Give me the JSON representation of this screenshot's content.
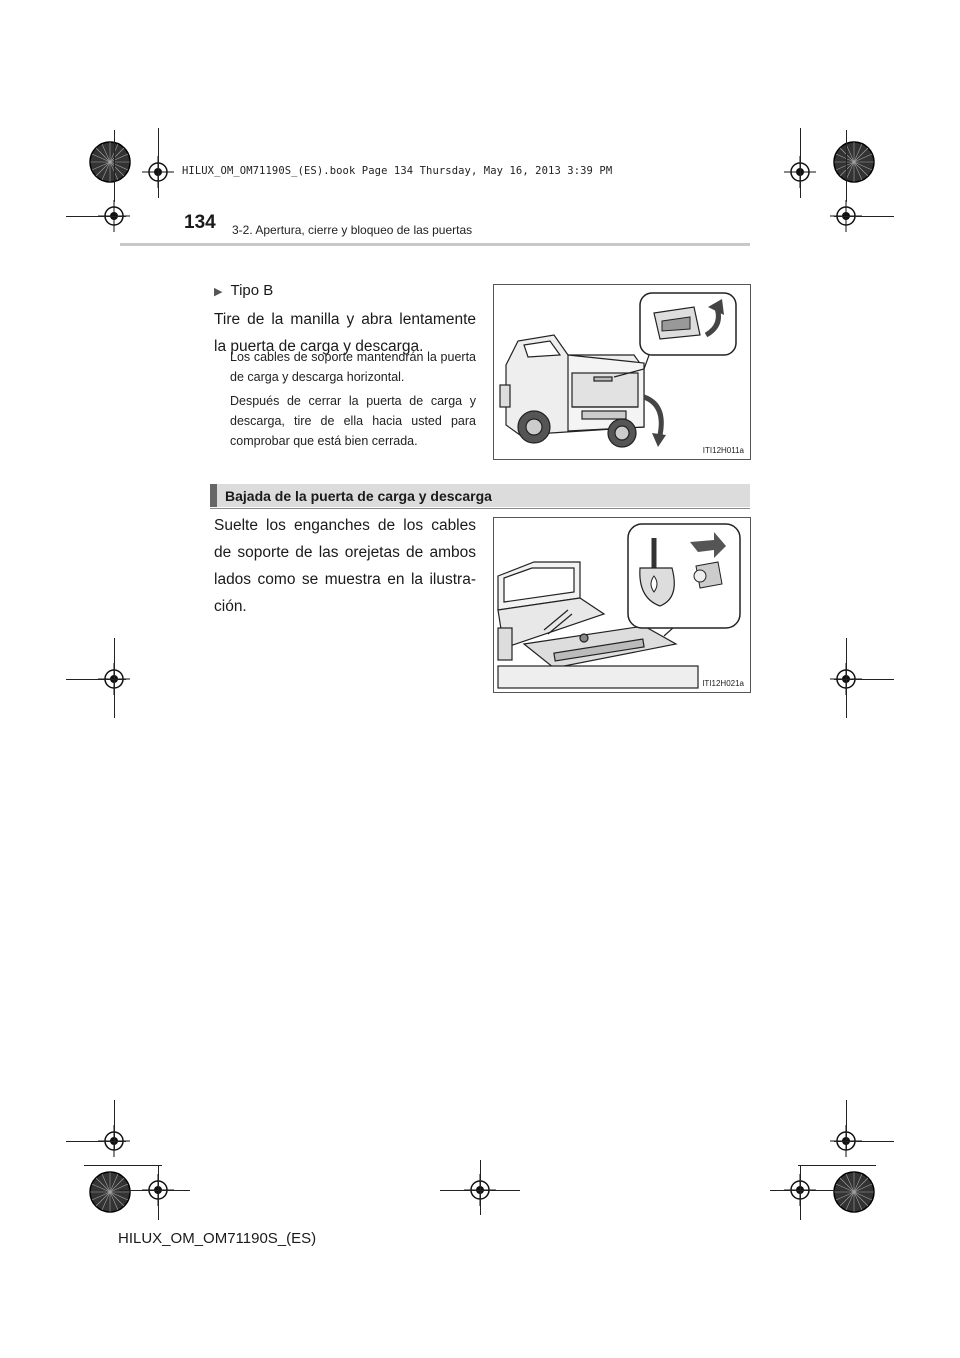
{
  "print_stamp": "HILUX_OM_OM71190S_(ES).book  Page 134  Thursday, May 16, 2013  3:39 PM",
  "header": {
    "page_number": "134",
    "section_title": "3-2. Apertura, cierre y bloqueo de las puertas"
  },
  "section_a": {
    "label": "Tipo B",
    "instruction": "Tire de la manilla y abra lentamente la puerta de carga y descarga.",
    "notes": [
      "Los cables de soporte mantendrán la puerta de carga y descarga horizontal.",
      "Después de cerrar la puerta de carga y descarga, tire de ella hacia usted para comprobar que está bien cerrada."
    ],
    "figure_code": "ITI12H011a"
  },
  "section_b": {
    "heading": "Bajada de la puerta de carga y descarga",
    "instruction": "Suelte los enganches de los cables de soporte de las orejetas de ambos lados como se muestra en la ilustra-ción.",
    "figure_code": "ITI12H021a"
  },
  "footer": {
    "doc_code": "HILUX_OM_OM71190S_(ES)"
  }
}
